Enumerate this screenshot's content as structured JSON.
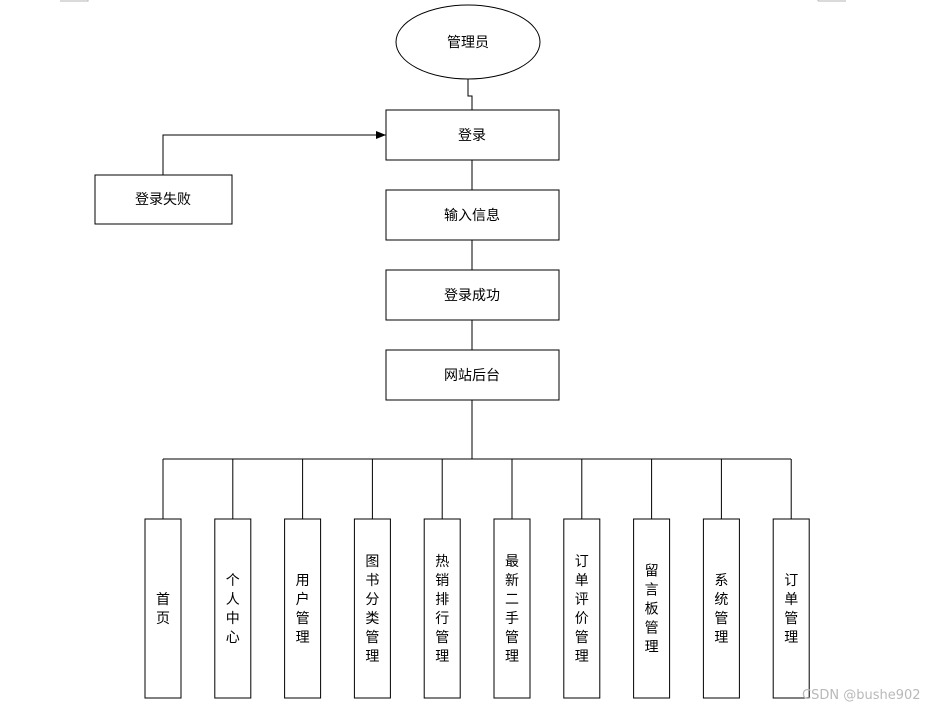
{
  "nodes": {
    "admin": "管理员",
    "login": "登录",
    "login_failed": "登录失败",
    "input_info": "输入信息",
    "login_success": "登录成功",
    "backend": "网站后台"
  },
  "modules": [
    "首页",
    "个人中心",
    "用户管理",
    "图书分类管理",
    "热销排行管理",
    "最新二手管理",
    "订单评价管理",
    "留言板管理",
    "系统管理",
    "订单管理"
  ],
  "watermark": "CSDN @bushe902"
}
